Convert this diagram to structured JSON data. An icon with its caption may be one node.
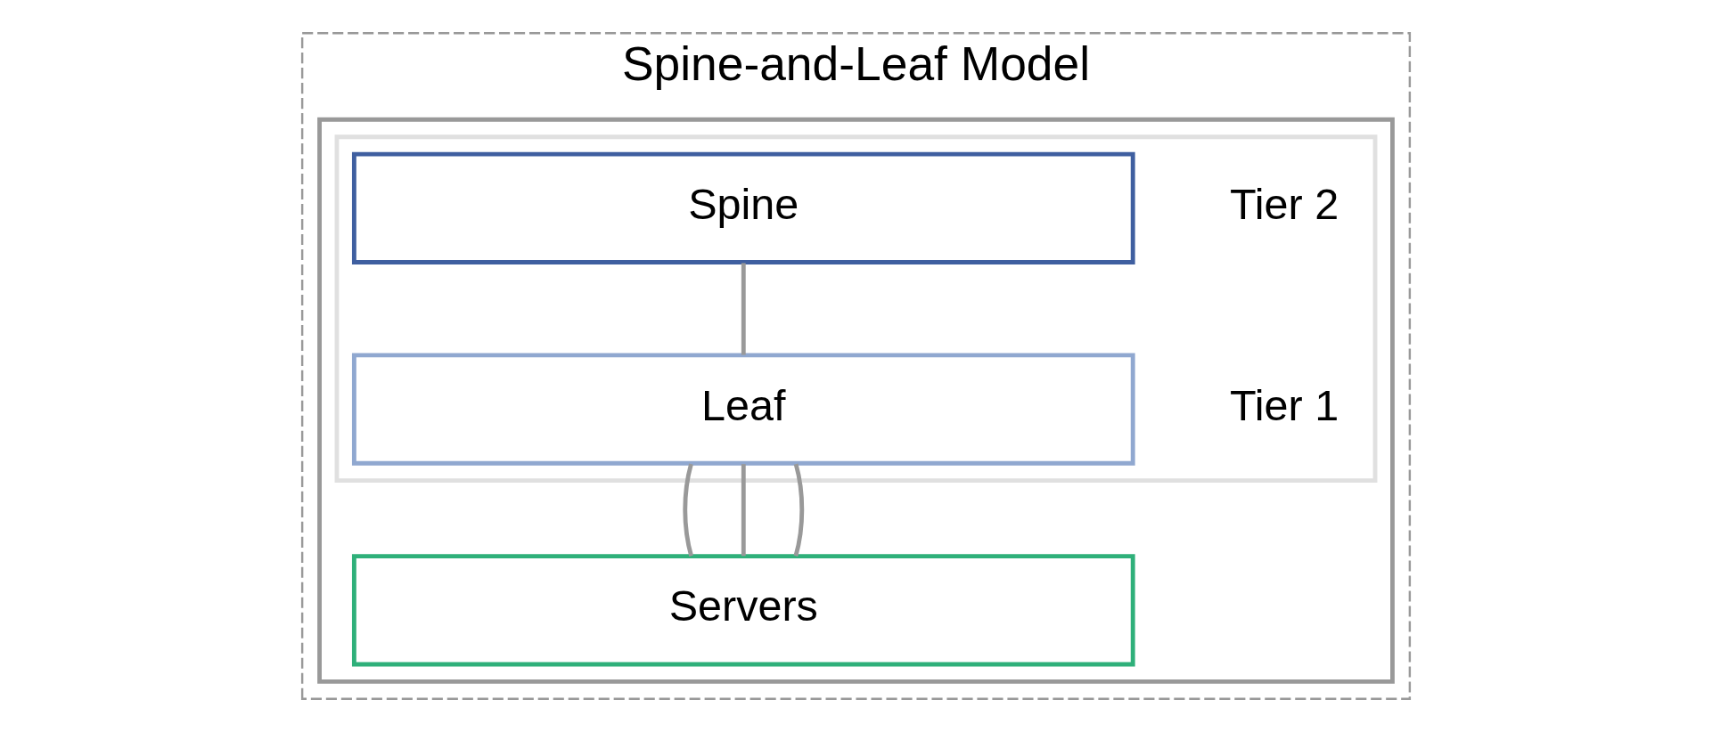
{
  "diagram": {
    "nodes": [
      {
        "text": [
          "Spine-and-Leaf Model"
        ]
      },
      {
        "text": [],
        "shape": "box",
        "in": 0
      },
      {
        "text": [],
        "shape": "box",
        "in": 1
      },
      {
        "text": [
          "Spine"
        ],
        "in": 2,
        "beside": [
          "Tier 2"
        ]
      },
      {
        "text": [
          "Leaf"
        ],
        "in": 2,
        "beside": [
          "Tier 1"
        ]
      },
      {
        "text": [
          "Servers"
        ],
        "in": 1
      }
    ],
    "edges": [
      {
        "from": 3,
        "to": 4,
        "arrow": "none"
      },
      {
        "from": 4,
        "to": 5,
        "arrow": "none"
      },
      {
        "from": 4,
        "to": 5,
        "arrow": "none"
      },
      {
        "from": 4,
        "to": 5,
        "arrow": "none"
      }
    ]
  }
}
